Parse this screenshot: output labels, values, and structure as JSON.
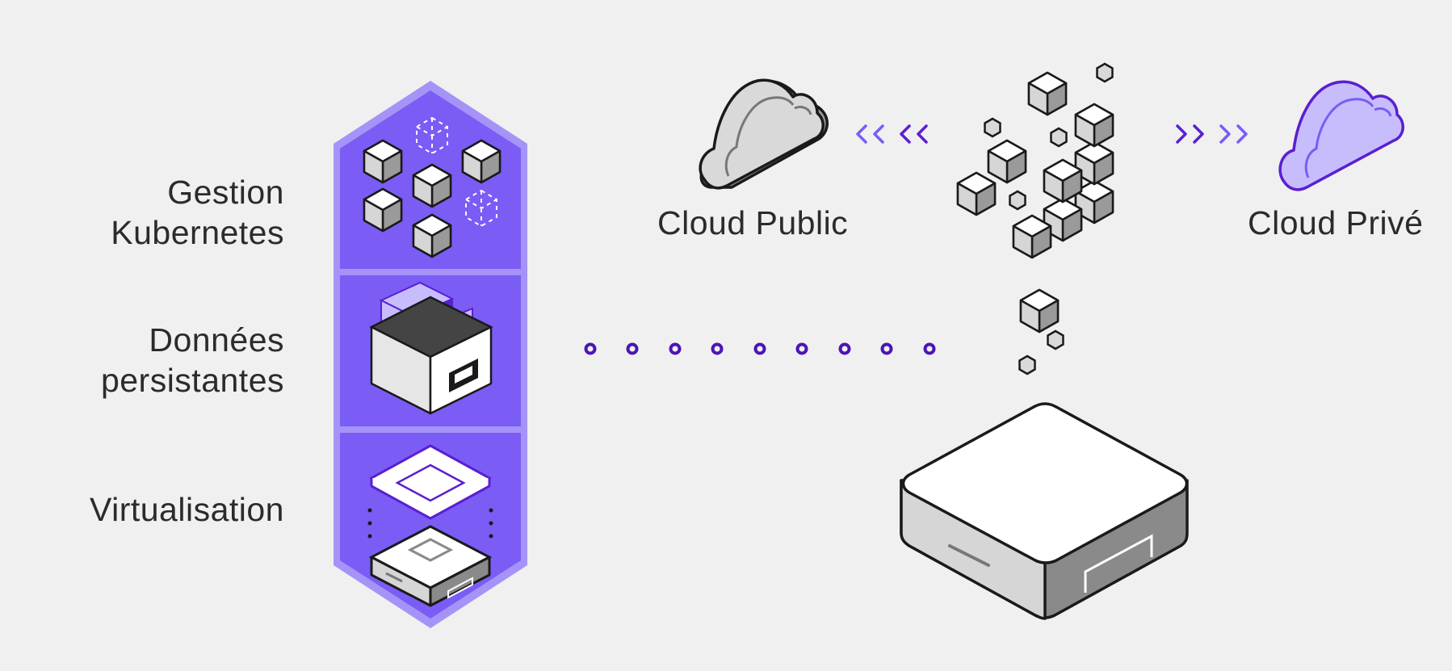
{
  "layers": [
    {
      "line1": "Gestion",
      "line2": "Kubernetes",
      "icon": "kubernetes-cubes-icon"
    },
    {
      "line1": "Données",
      "line2": "persistantes",
      "icon": "storage-box-icon"
    },
    {
      "line1": "Virtualisation",
      "icon": "virtualization-server-icon"
    }
  ],
  "clouds": {
    "public": {
      "label": "Cloud Public",
      "icon": "cloud-icon"
    },
    "private": {
      "label": "Cloud Privé",
      "icon": "cloud-icon"
    }
  },
  "colors": {
    "background": "#f0f0f0",
    "stack_fill": "#7b5cf5",
    "stack_border": "#a593f7",
    "accent_dark": "#5a1fd1",
    "private_cloud": "#c7bdfd",
    "outline": "#1a1a1a"
  }
}
